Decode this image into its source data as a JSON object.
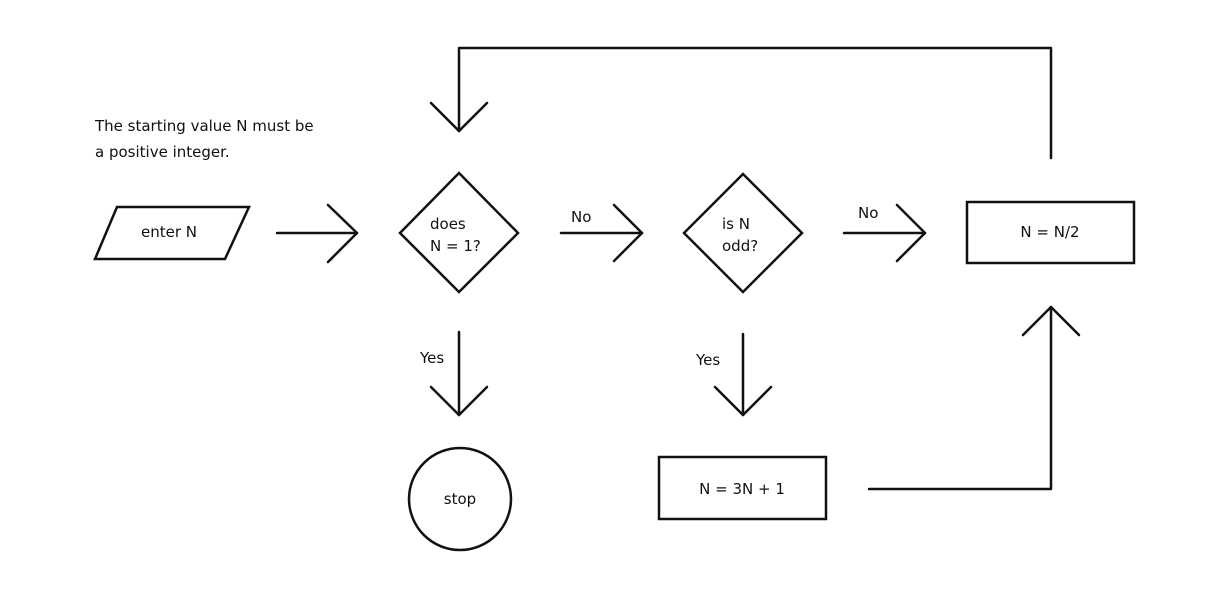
{
  "note": {
    "line1": "The starting value N must be",
    "line2": "a positive integer."
  },
  "nodes": {
    "input": "enter N",
    "decision1": {
      "line1": "does",
      "line2": "N = 1?"
    },
    "decision2": {
      "line1": "is N",
      "line2": "odd?"
    },
    "halve": "N = N/2",
    "triple": "N = 3N + 1",
    "stop": "stop"
  },
  "edges": {
    "d1_no": "No",
    "d2_no": "No",
    "d1_yes": "Yes",
    "d2_yes": "Yes"
  }
}
